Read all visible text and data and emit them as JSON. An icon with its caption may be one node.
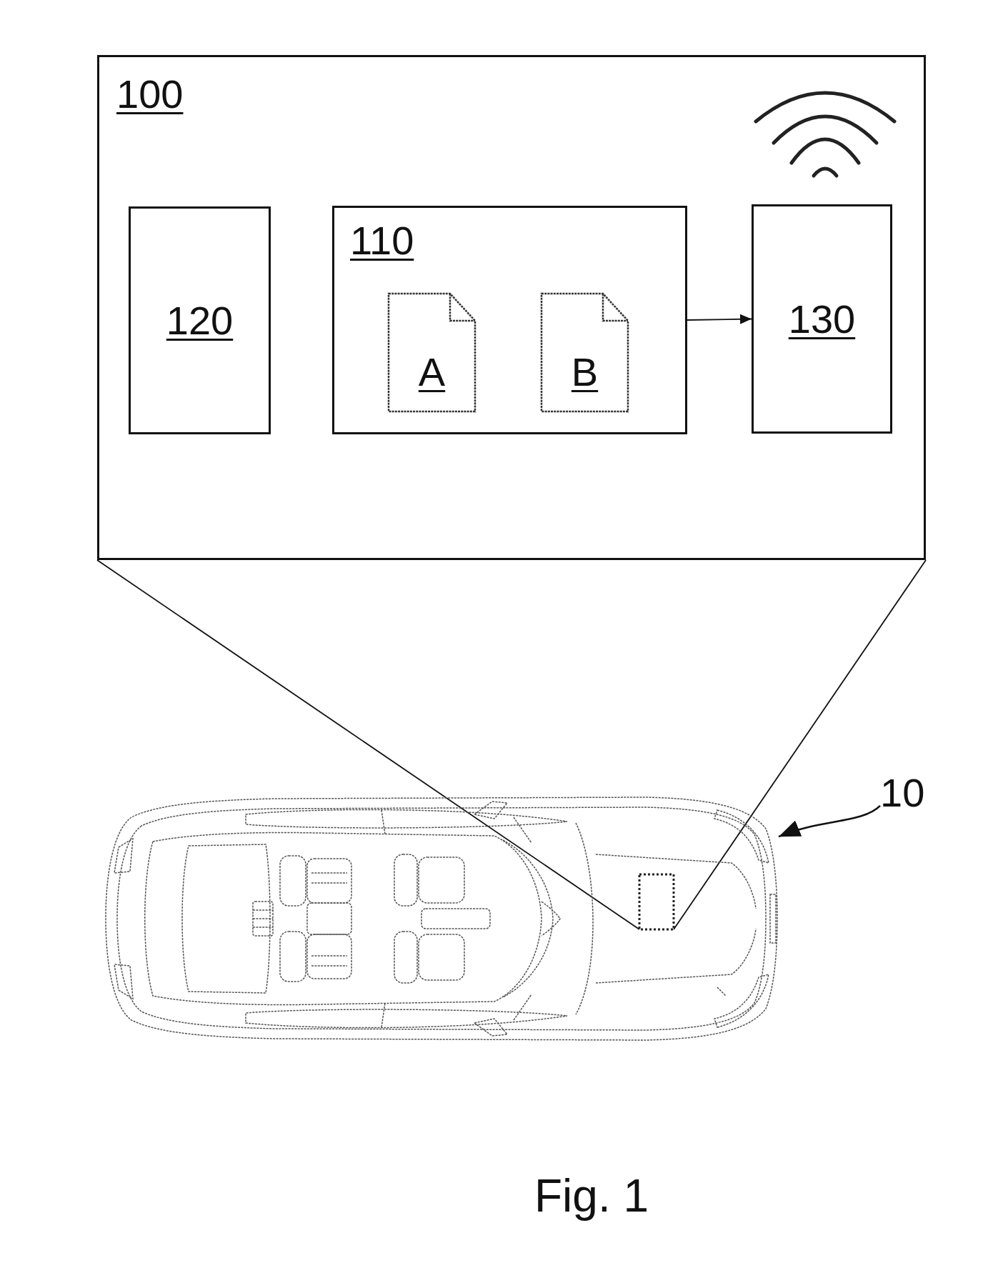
{
  "diagram": {
    "caption": "Fig. 1",
    "nodes": [
      {
        "text": [
          "100"
        ]
      },
      {
        "text": [
          "120"
        ],
        "in": 0
      },
      {
        "text": [
          "110"
        ],
        "in": 0
      },
      {
        "text": [
          "A"
        ],
        "in": 2
      },
      {
        "text": [
          "B"
        ],
        "in": 2
      },
      {
        "text": [
          "130"
        ],
        "in": 0
      },
      {
        "text": [
          "10"
        ]
      },
      {
        "text": [],
        "shape": "picture"
      },
      {
        "text": [],
        "shape": "box",
        "in": 7
      }
    ],
    "edges": [
      {
        "from": 2,
        "to": 5,
        "arrow": "to"
      },
      {
        "from": 0,
        "to": 8,
        "arrow": "none"
      },
      {
        "from": 0,
        "to": 8,
        "arrow": "none"
      },
      {
        "from": 6,
        "to": 7,
        "arrow": "to"
      }
    ]
  }
}
